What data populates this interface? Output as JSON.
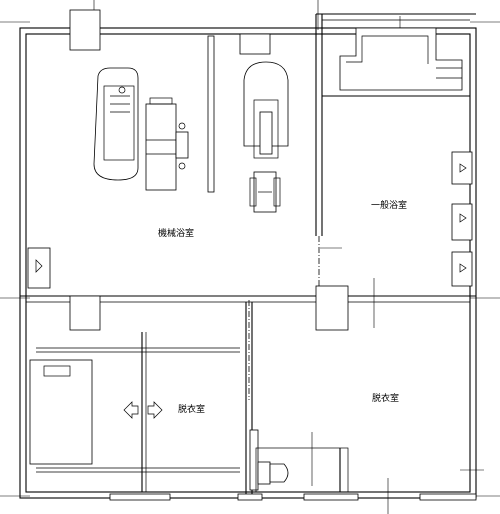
{
  "rooms": {
    "machine_bath": "機械浴室",
    "general_bath": "一般浴室",
    "changing_room_left": "脱衣室",
    "changing_room_right": "脱衣室"
  }
}
